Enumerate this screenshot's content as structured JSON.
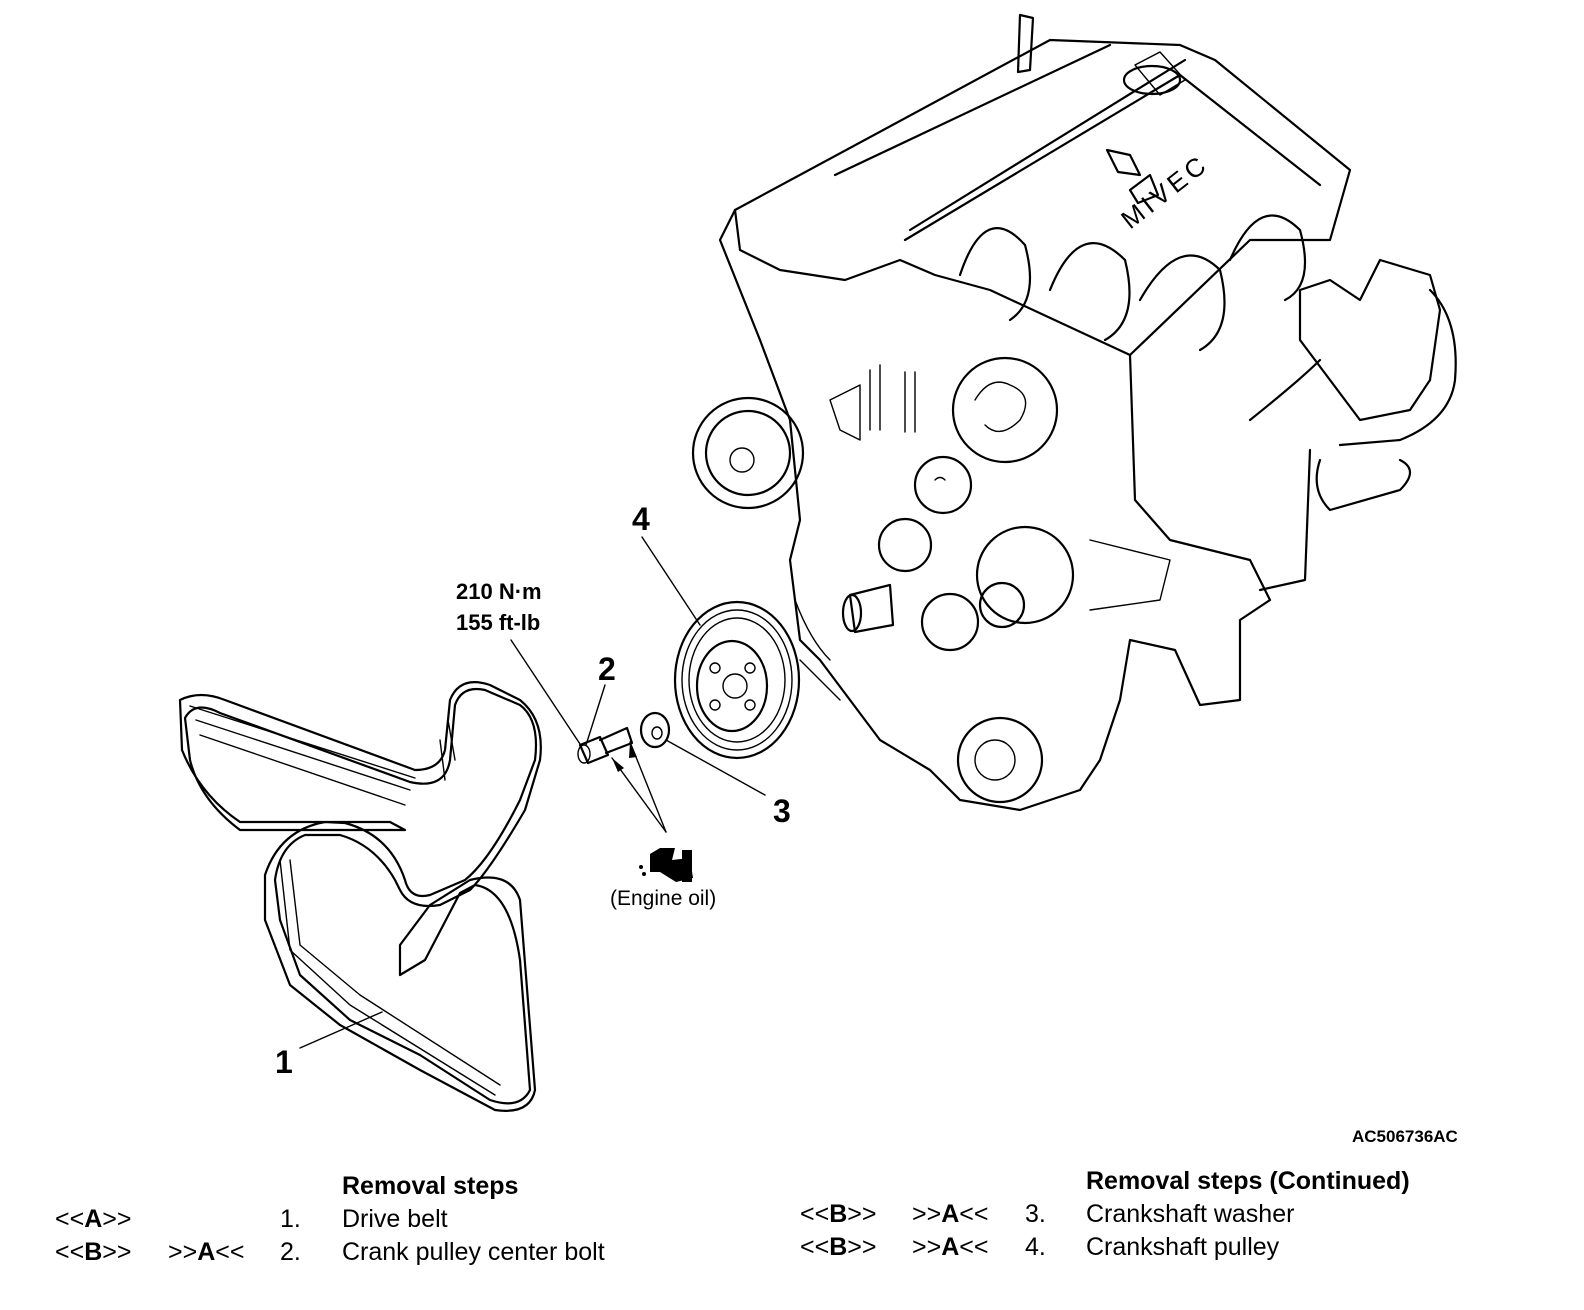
{
  "callouts": [
    "1",
    "2",
    "3",
    "4"
  ],
  "torque": {
    "line1": "210 N·m",
    "line2": "155 ft-lb"
  },
  "lubricant": "(Engine oil)",
  "engine_badge": "MIVEC",
  "figure_code": "AC506736AC",
  "steps_left": {
    "heading": "Removal steps",
    "rows": [
      {
        "mark1": [
          "<<",
          "A",
          ">>"
        ],
        "mark2": null,
        "num": "1.",
        "label": "Drive belt"
      },
      {
        "mark1": [
          "<<",
          "B",
          ">>"
        ],
        "mark2": [
          ">>",
          "A",
          "<<"
        ],
        "num": "2.",
        "label": "Crank pulley center bolt"
      }
    ]
  },
  "steps_right": {
    "heading": "Removal steps (Continued)",
    "rows": [
      {
        "mark1": [
          "<<",
          "B",
          ">>"
        ],
        "mark2": [
          ">>",
          "A",
          "<<"
        ],
        "num": "3.",
        "label": "Crankshaft washer"
      },
      {
        "mark1": [
          "<<",
          "B",
          ">>"
        ],
        "mark2": [
          ">>",
          "A",
          "<<"
        ],
        "num": "4.",
        "label": "Crankshaft pulley"
      }
    ]
  }
}
